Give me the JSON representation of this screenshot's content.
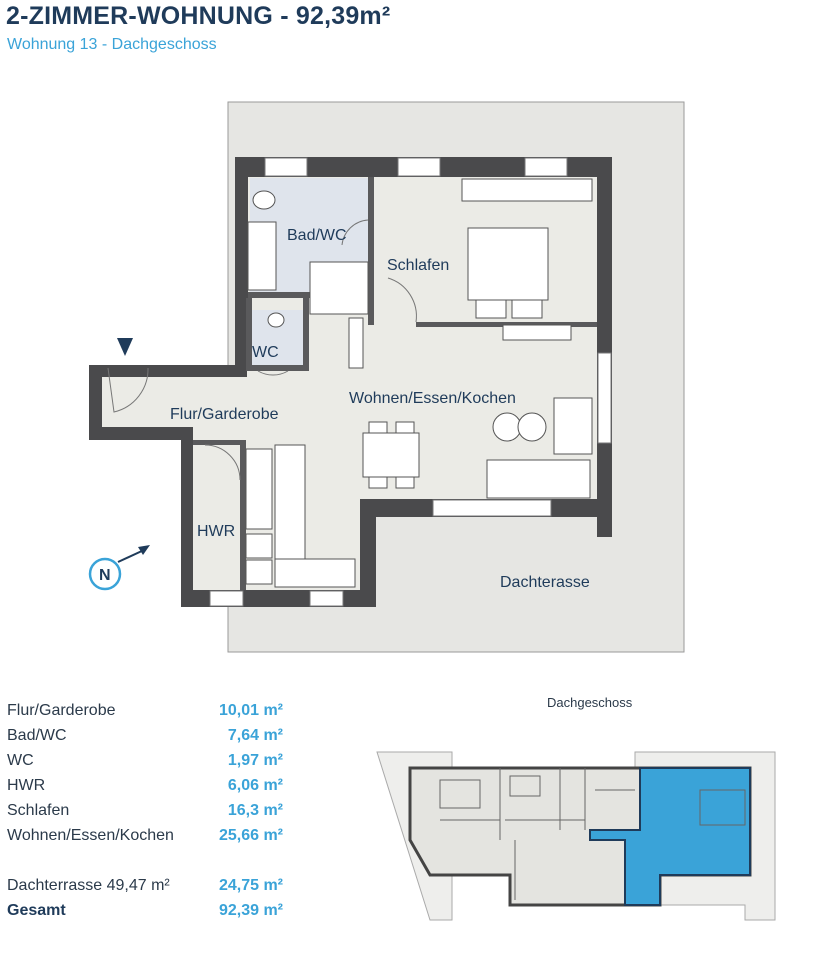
{
  "header": {
    "title": "2-ZIMMER-WOHNUNG - 92,39m²",
    "subtitle": "Wohnung 13 - Dachgeschoss"
  },
  "plan": {
    "rooms": {
      "bad": "Bad/WC",
      "schlafen": "Schlafen",
      "wc": "WC",
      "wohnen": "Wohnen/Essen/Kochen",
      "flur": "Flur/Garderobe",
      "hwr": "HWR",
      "terrasse": "Dachterasse"
    },
    "compass": "N",
    "colors": {
      "wall": "#4a4a4c",
      "floor": "#ebebe6",
      "bath": "#dfe4ec",
      "terrace": "#e6e6e3",
      "accent": "#3aa3d8",
      "navy": "#1f3b5a"
    }
  },
  "areas": [
    {
      "name": "Flur/Garderobe",
      "value": "10,01 m²"
    },
    {
      "name": "Bad/WC",
      "value": "7,64 m²"
    },
    {
      "name": "WC",
      "value": "1,97 m²"
    },
    {
      "name": "HWR",
      "value": "6,06 m²"
    },
    {
      "name": "Schlafen",
      "value": "16,3 m²"
    },
    {
      "name": "Wohnen/Essen/Kochen",
      "value": "25,66 m²"
    }
  ],
  "terrace_row": {
    "name": "Dachterrasse 49,47 m²",
    "value": "24,75 m²"
  },
  "total_row": {
    "name": "Gesamt",
    "value": "92,39 m²"
  },
  "mini_plan": {
    "title": "Dachgeschoss"
  }
}
